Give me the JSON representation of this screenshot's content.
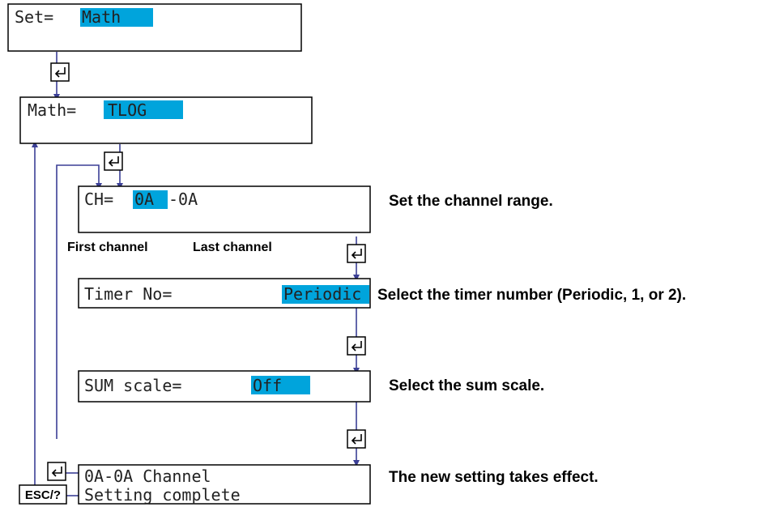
{
  "colors": {
    "highlight": "#00a4dc",
    "line": "#3b3f96",
    "box_border": "#000000"
  },
  "screens": {
    "set": {
      "prefix": "Set=",
      "value": "Math"
    },
    "math": {
      "prefix": "Math=",
      "value": "TLOG"
    },
    "ch": {
      "prefix": "CH=",
      "first": "0A",
      "rest": "-0A"
    },
    "timer": {
      "prefix": "Timer No=",
      "value": "Periodic"
    },
    "sum": {
      "prefix": "SUM scale=",
      "value": "Off"
    },
    "done": {
      "line1": "0A-0A Channel",
      "line2": "Setting complete"
    }
  },
  "notes": {
    "ch": "Set the channel range.",
    "timer": "Select the timer number (Periodic, 1, or 2).",
    "sum": "Select the sum scale.",
    "done": "The new setting takes effect."
  },
  "labels": {
    "first_channel": "First channel",
    "last_channel": "Last channel"
  },
  "keys": {
    "esc": "ESC/?",
    "enter_icon": "enter-key-icon"
  }
}
